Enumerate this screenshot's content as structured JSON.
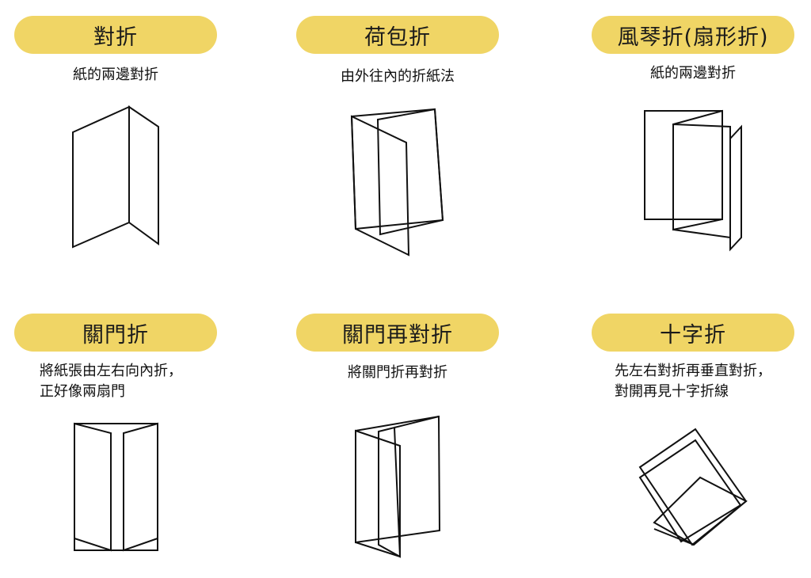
{
  "folds": [
    {
      "title": "對折",
      "desc": [
        "紙的兩邊對折"
      ]
    },
    {
      "title": "荷包折",
      "desc": [
        "由外往內的折紙法"
      ]
    },
    {
      "title": "風琴折(扇形折)",
      "desc": [
        "紙的兩邊對折"
      ]
    },
    {
      "title": "關門折",
      "desc": [
        "將紙張由左右向內折，",
        "正好像兩扇門"
      ]
    },
    {
      "title": "關門再對折",
      "desc": [
        "將關門折再對折"
      ]
    },
    {
      "title": "十字折",
      "desc": [
        "先左右對折再垂直對折，",
        "對開再見十字折線"
      ]
    }
  ],
  "colors": {
    "pill": "#F0D565",
    "stroke": "#111111"
  }
}
